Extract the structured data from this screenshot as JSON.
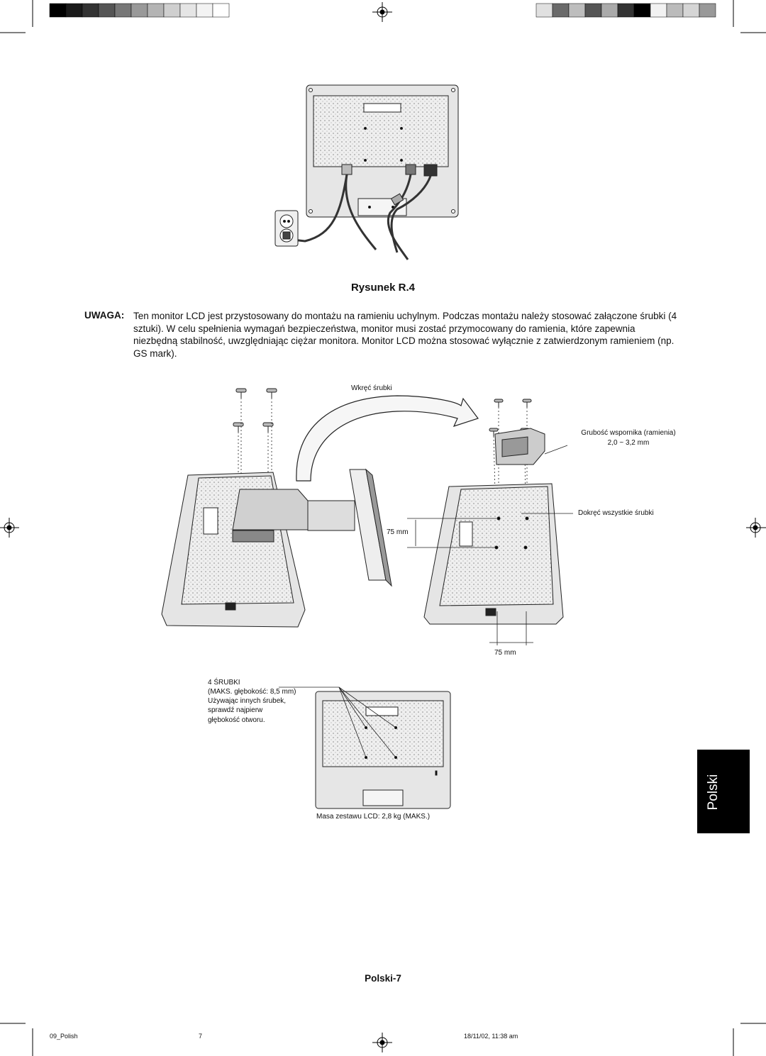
{
  "figure": {
    "caption": "Rysunek R.4"
  },
  "note": {
    "label": "UWAGA:",
    "text": "Ten monitor LCD jest przystosowany do montażu na ramieniu uchylnym. Podczas montażu należy stosować załączone śrubki (4 sztuki). W celu spełnienia wymagań bezpieczeństwa, monitor musi zostać przymocowany do ramienia, które zapewnia niezbędną stabilność, uwzględniając ciężar monitora. Monitor LCD można stosować wyłącznie z zatwierdzonym ramieniem (np. GS mark)."
  },
  "diagram": {
    "screw_in": "Wkręć śrubki",
    "thickness_label": "Grubość wspornika (ramienia)",
    "thickness_value": "2,0 ~ 3,2 mm",
    "tighten": "Dokręć wszystkie śrubki",
    "dim_vertical": "75 mm",
    "dim_horizontal": "75 mm",
    "screws_title": "4 ŚRUBKI",
    "screws_depth": "(MAKS. głębokość: 8,5 mm)",
    "screws_note1": "Używając innych śrubek,",
    "screws_note2": "sprawdź najpierw",
    "screws_note3": "głębokość otworu.",
    "mass": "Masa zestawu LCD: 2,8 kg (MAKS.)"
  },
  "side_tab": "Polski",
  "page_number": "Polski-7",
  "footer": {
    "file": "09_Polish",
    "page": "7",
    "timestamp": "18/11/02, 11:38 am"
  },
  "colors": {
    "tab_bg": "#000000",
    "ink": "#111111"
  }
}
